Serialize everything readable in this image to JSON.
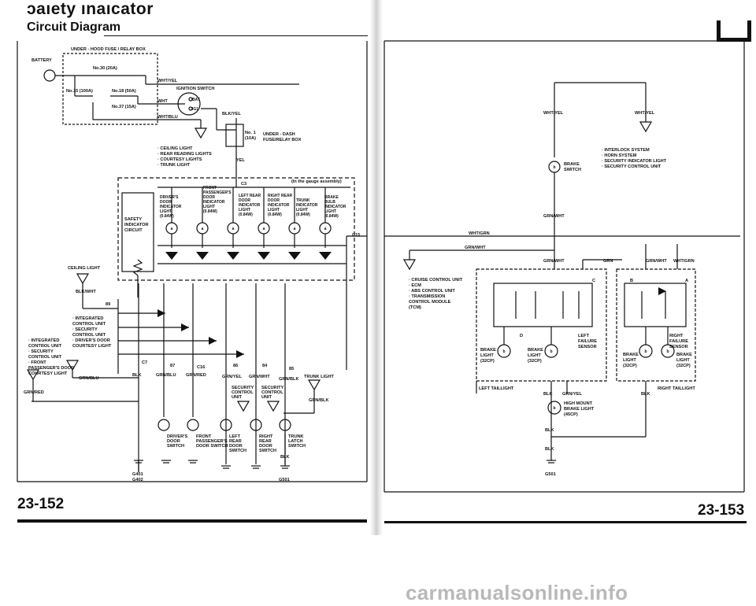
{
  "header": {
    "title": "ɔaıety ınaıcator",
    "subtitle": "Circuit Diagram"
  },
  "page_numbers": {
    "left": "23-152",
    "right": "23-153"
  },
  "watermark": "carmanualsonline.info",
  "left_diagram": {
    "battery": "BATTERY",
    "fuse_box": "UNDER - HOOD FUSE / RELAY BOX",
    "fuses": [
      "No.30 (20A)",
      "No.15 (100A)",
      "No.18 (50A)",
      "No.37 (15A)"
    ],
    "ignition_switch": "IGNITION SWITCH",
    "ign_terms": [
      "BAT",
      "IG1"
    ],
    "dash_fuse": [
      "No. 1",
      "(10A)"
    ],
    "dash_fuse_box": [
      "UNDER - DASH",
      "FUSE/RELAY BOX"
    ],
    "wires": [
      "WHT/YEL",
      "WHT",
      "WHT/BLU",
      "BLK/YEL",
      "YEL",
      "BLK/WHT",
      "GRN/RED",
      "GRN/BLU",
      "GRN/YEL",
      "GRN/WHT",
      "GRN/BLK",
      "BLK"
    ],
    "ceiling_list": [
      "· CEILING LIGHT",
      "· REAR READING LIGHTS",
      "· COURTESY LIGHTS",
      "· TRUNK LIGHT"
    ],
    "gauge_assembly": "(In the gauge assembly)",
    "connectors": [
      "C3",
      "C15",
      "C7",
      "C16",
      "87",
      "86",
      "84",
      "85",
      "89"
    ],
    "safety_circuit": [
      "SAFETY",
      "INDICATOR",
      "CIRCUIT"
    ],
    "indicators": [
      [
        "DRIVER'S",
        "DOOR",
        "INDICATOR",
        "LIGHT",
        "(0.84W)"
      ],
      [
        "FRONT",
        "PASSENGER'S",
        "DOOR",
        "INDICATOR",
        "LIGHT",
        "(0.84W)"
      ],
      [
        "LEFT REAR",
        "DOOR",
        "INDICATOR",
        "LIGHT",
        "(0.84W)"
      ],
      [
        "RIGHT REAR",
        "DOOR",
        "INDICATOR",
        "LIGHT",
        "(0.84W)"
      ],
      [
        "TRUNK",
        "INDICATOR",
        "LIGHT",
        "(0.84W)"
      ],
      [
        "BRAKE",
        "BULB",
        "INDICATOR",
        "LIGHT",
        "(0.84W)"
      ]
    ],
    "ceiling_light": "CEILING LIGHT",
    "integrated_list": [
      "· INTEGRATED",
      "  CONTROL UNIT",
      "· SECURITY",
      "  CONTROL UNIT",
      "· DRIVER'S DOOR",
      "  COURTESY LIGHT"
    ],
    "integrated_list2": [
      "· INTEGRATED",
      "  CONTROL UNIT",
      "· SECURITY",
      "  CONTROL UNIT",
      "· FRONT",
      "  PASSENGER'S DOOR",
      "  COURTESY LIGHT"
    ],
    "trunk_light": "TRUNK LIGHT",
    "security_units": [
      [
        "SECURITY",
        "CONTROL",
        "UNIT"
      ],
      [
        "SECURITY",
        "CONTROL",
        "UNIT"
      ]
    ],
    "switches": [
      [
        "DRIVER'S",
        "DOOR",
        "SWITCH"
      ],
      [
        "FRONT",
        "PASSENGER'S",
        "DOOR SWITCH"
      ],
      [
        "LEFT",
        "REAR",
        "DOOR",
        "SWITCH"
      ],
      [
        "RIGHT",
        "REAR",
        "DOOR",
        "SWITCH"
      ],
      [
        "TRUNK",
        "LATCH",
        "SWITCH"
      ]
    ],
    "grounds": [
      "G401",
      "G402",
      "G501"
    ]
  },
  "right_diagram": {
    "wires": [
      "WHT/YEL",
      "WHT/YEL",
      "GRN/WHT",
      "WHT/GRN",
      "GRN/WHT",
      "GRN",
      "GRN/WHT",
      "WHT/GRN",
      "BLK",
      "GRN/YEL",
      "BLK"
    ],
    "brake_switch": [
      "BRAKE",
      "SWITCH"
    ],
    "interlock_list": [
      "· INTERLOCK SYSTEM",
      "· HORN SYSTEM",
      "· SECURITY INDICATOR LIGHT",
      "· SECURITY CONTROL UNIT"
    ],
    "cruise_list": [
      "· CRUISE CONTROL UNIT",
      "· ECM",
      "· ABS CONTROL UNIT",
      "· TRANSMISSION",
      "  CONTROL MODULE",
      "  (TCM)"
    ],
    "connectors": [
      "C",
      "B",
      "A",
      "D"
    ],
    "left_failure": [
      "LEFT",
      "FAILURE",
      "SENSOR"
    ],
    "right_failure": [
      "RIGHT",
      "FAILURE",
      "SENSOR"
    ],
    "brake_lights": [
      [
        "BRAKE",
        "LIGHT",
        "(32CP)"
      ],
      [
        "BRAKE",
        "LIGHT",
        "(32CP)"
      ],
      [
        "BRAKE",
        "LIGHT",
        "(32CP)"
      ],
      [
        "BRAKE",
        "LIGHT",
        "(32CP)"
      ]
    ],
    "left_taillight": "LEFT TAILLIGHT",
    "right_taillight": "RIGHT TAILLIGHT",
    "high_mount": [
      "HIGH MOUNT",
      "BRAKE LIGHT",
      "(45CP)"
    ],
    "ground": "G501"
  }
}
